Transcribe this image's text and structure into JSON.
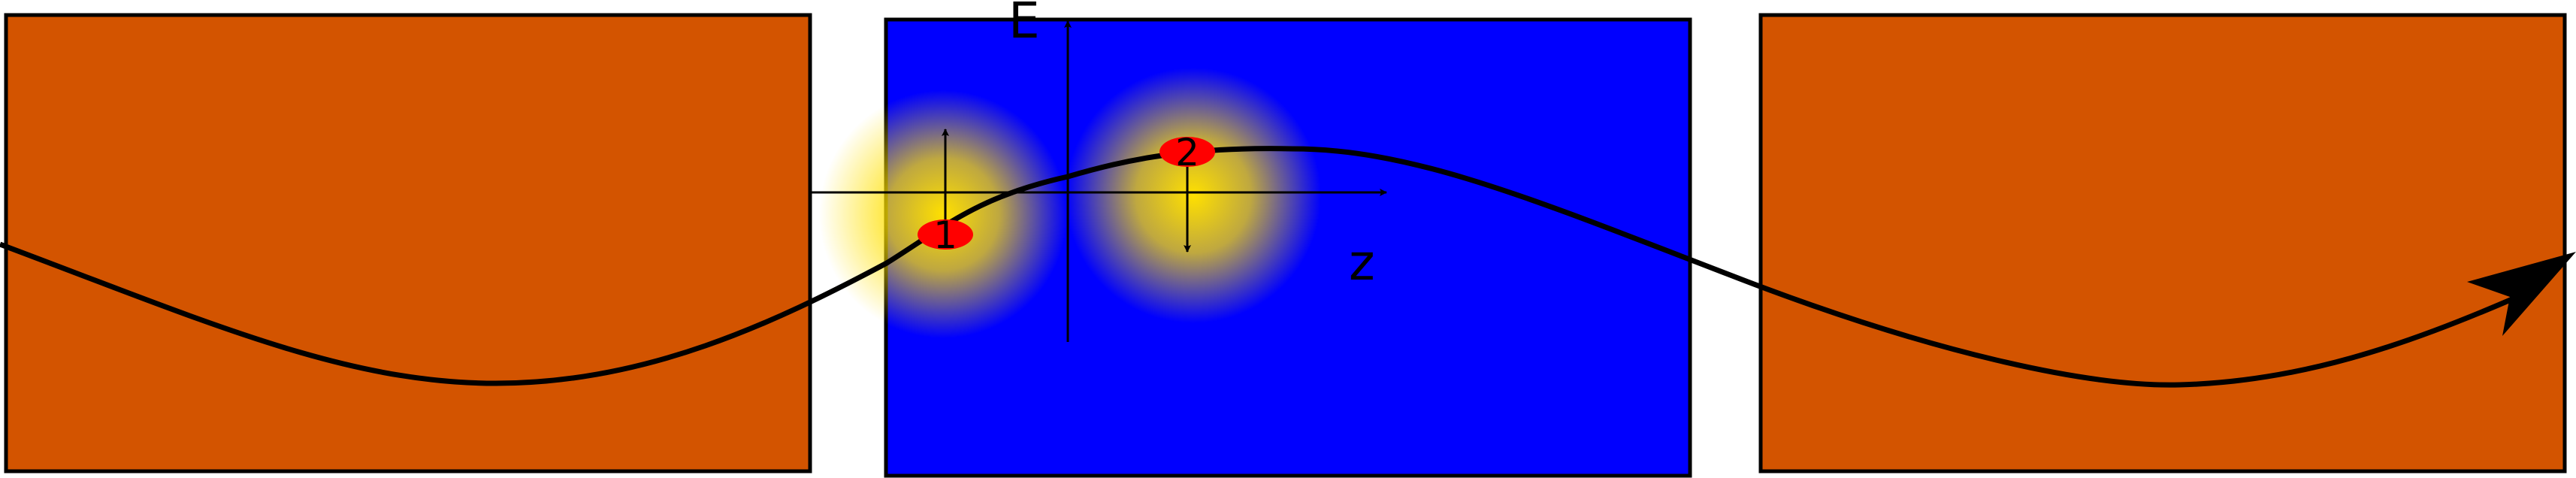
{
  "labels": {
    "e_axis": "E",
    "z_axis": "z",
    "charge_1": "1",
    "charge_2": "2"
  },
  "colors": {
    "left_block": "#d35400",
    "middle_block": "#0000ff",
    "right_block": "#d35400",
    "charge": "#ff0000",
    "glow": "#ffe000",
    "stroke": "#000000"
  },
  "components": {
    "left_block": "orange-block",
    "middle_block": "blue-block",
    "right_block": "orange-block",
    "wave": "sine-wave-with-arrowhead",
    "charges": [
      "charge-1",
      "charge-2"
    ],
    "field_arrows": [
      "charge-1-up-arrow",
      "charge-2-down-arrow"
    ]
  }
}
